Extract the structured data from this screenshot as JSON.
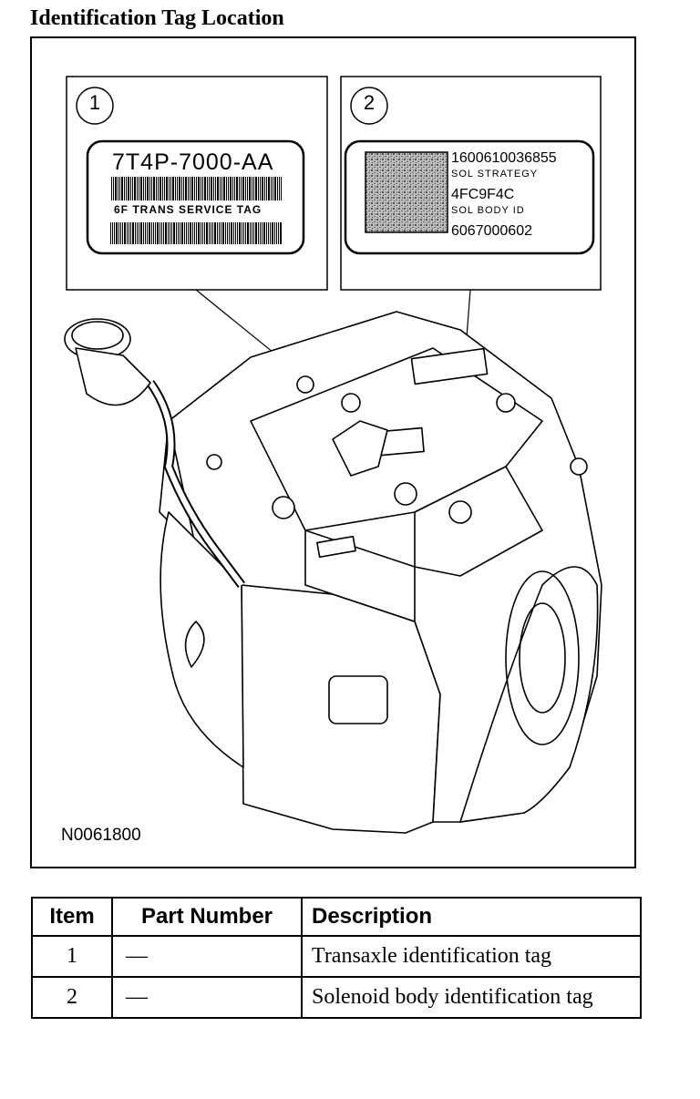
{
  "title": "Identification Tag Location",
  "figure": {
    "reference_code": "N0061800",
    "callout_1": {
      "number": "1",
      "tag_code": "7T4P-7000-AA",
      "tag_caption": "6F TRANS SERVICE TAG"
    },
    "callout_2": {
      "number": "2",
      "strategy_number": "1600610036855",
      "strategy_label": "SOL STRATEGY",
      "body_id_value": "4FC9F4C",
      "body_id_label": "SOL BODY ID",
      "serial_number": "6067000602"
    }
  },
  "table": {
    "headers": {
      "item": "Item",
      "part_number": "Part Number",
      "description": "Description"
    },
    "rows": [
      {
        "item": "1",
        "part_number": "—",
        "description": "Transaxle identification tag"
      },
      {
        "item": "2",
        "part_number": "—",
        "description": "Solenoid body identification tag"
      }
    ]
  }
}
